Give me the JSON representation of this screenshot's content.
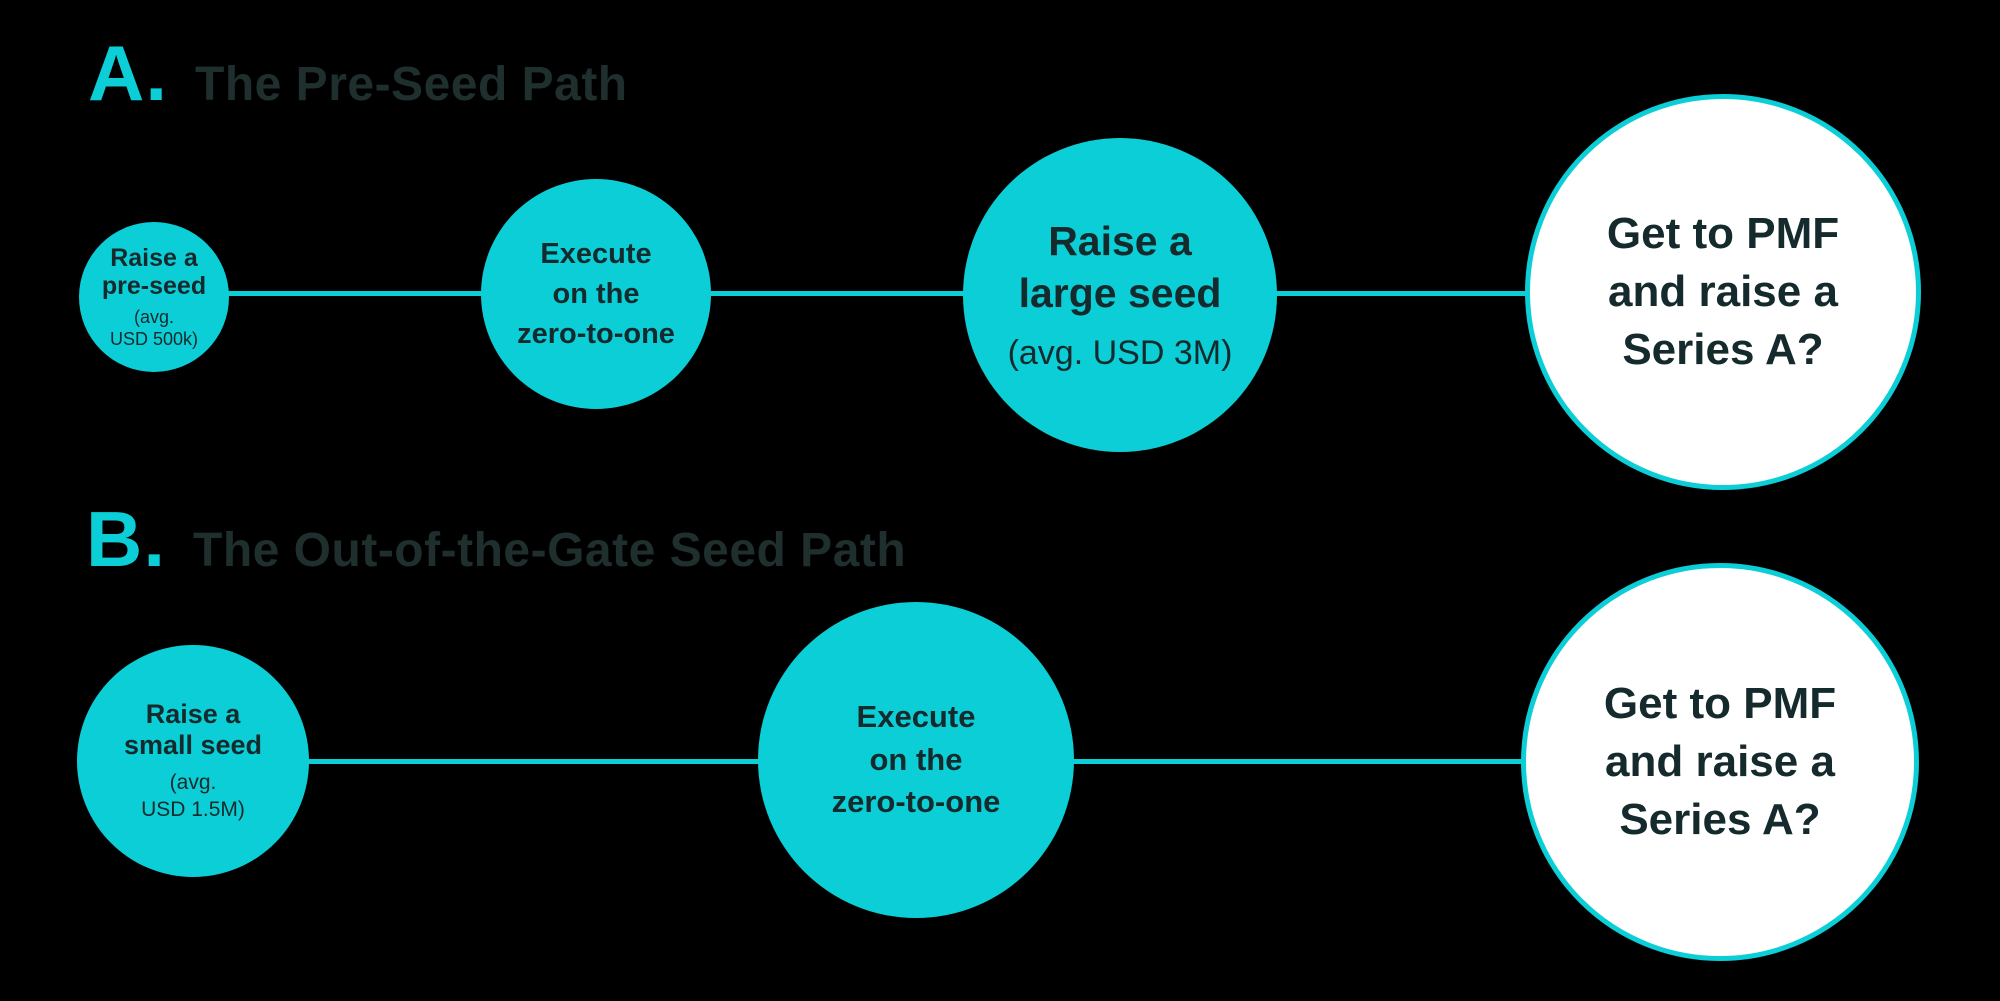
{
  "colors": {
    "accent_teal": "#0CCED6",
    "text_dark": "#152A2C",
    "heading_text": "#1E2F2E",
    "outlined_node_fill": "#FFFFFF",
    "background": "#000000"
  },
  "sections": [
    {
      "label": "A.",
      "title": "The Pre-Seed Path",
      "nodes": [
        {
          "type": "filled",
          "lines": [
            "Raise a",
            "pre-seed"
          ],
          "sub_lines": [
            "(avg.",
            "USD 500k)"
          ]
        },
        {
          "type": "filled",
          "lines": [
            "Execute",
            "on the",
            "zero-to-one"
          ],
          "sub_lines": []
        },
        {
          "type": "filled",
          "lines": [
            "Raise a",
            "large seed"
          ],
          "sub_lines": [
            "(avg. USD 3M)"
          ]
        },
        {
          "type": "outlined",
          "lines": [
            "Get to PMF",
            "and raise a",
            "Series A?"
          ],
          "sub_lines": []
        }
      ]
    },
    {
      "label": "B.",
      "title": "The Out-of-the-Gate Seed Path",
      "nodes": [
        {
          "type": "filled",
          "lines": [
            "Raise a",
            "small seed"
          ],
          "sub_lines": [
            "(avg.",
            "USD 1.5M)"
          ]
        },
        {
          "type": "filled",
          "lines": [
            "Execute",
            "on the",
            "zero-to-one"
          ],
          "sub_lines": []
        },
        {
          "type": "outlined",
          "lines": [
            "Get to PMF",
            "and raise a",
            "Series A?"
          ],
          "sub_lines": []
        }
      ]
    }
  ]
}
